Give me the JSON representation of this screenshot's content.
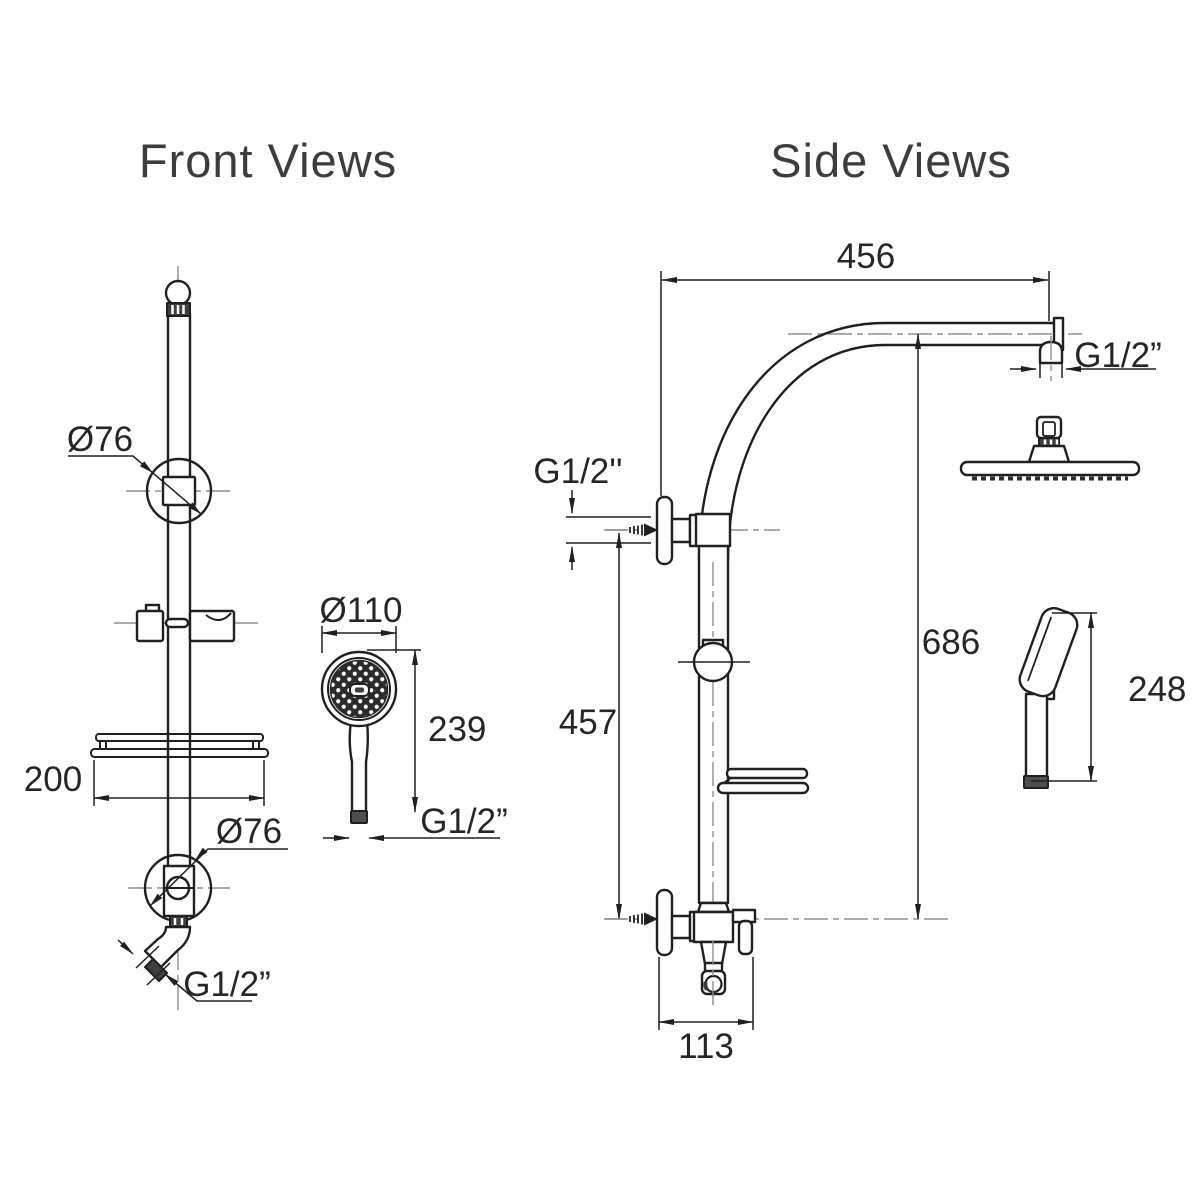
{
  "colors": {
    "background": "#ffffff",
    "line": "#231f20",
    "centerline": "#8f8f8f",
    "text": "#262626",
    "dark_fill": "#3f3f3f"
  },
  "titles": {
    "front": "Front Views",
    "side": "Side Views"
  },
  "front_view": {
    "dims": {
      "upper_flange_diameter": "Ø76",
      "shelf_width": "200",
      "lower_flange_diameter": "Ø76",
      "outlet_thread": "G1/2”",
      "handshower_diameter": "Ø110",
      "handshower_length": "239",
      "handshower_thread": "G1/2”"
    }
  },
  "side_view": {
    "dims": {
      "arm_projection": "456",
      "arm_thread": "G1/2”",
      "wall_inlet_thread": "G1/2''",
      "rail_mount_span": "457",
      "overall_height": "686",
      "valve_depth": "113",
      "handshower_height": "248"
    }
  }
}
